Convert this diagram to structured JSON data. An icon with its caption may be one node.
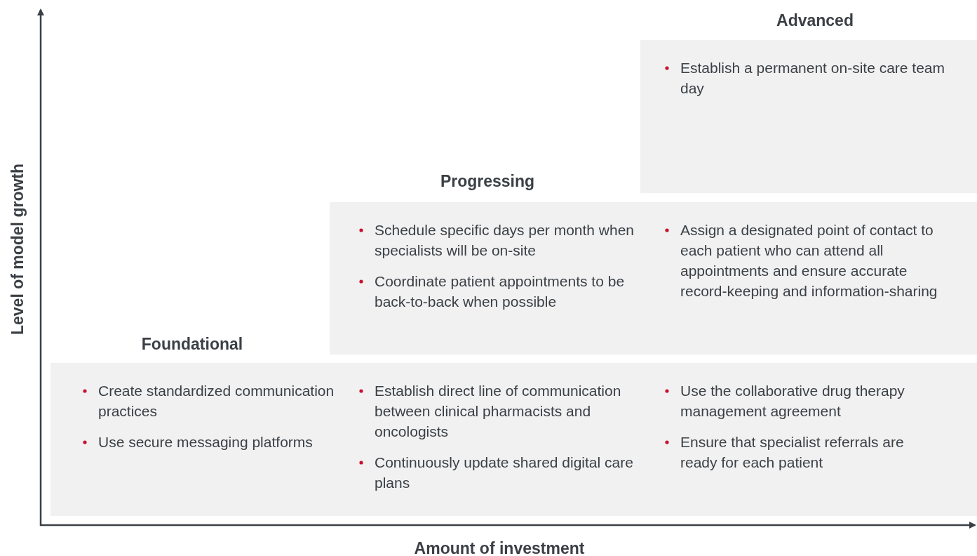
{
  "diagram": {
    "nodes": [
      {
        "text": [
          "Advanced",
          "Establish a permanent on-site care team day"
        ]
      },
      {
        "text": [
          "Progressing",
          "Schedule specific days per month when specialists will be on-site",
          "Coordinate patient appointments to be back-to-back when possible",
          "Assign a designated point of contact to each patient who can attend all appointments and ensure accurate record-keeping and information-sharing"
        ]
      },
      {
        "text": [
          "Foundational",
          "Create standardized communication practices",
          "Use secure messaging platforms",
          "Establish direct line of communication between clinical pharmacists and oncologists",
          "Continuously update shared digital care plans",
          "Use the collaborative drug therapy management agreement",
          "Ensure that specialist referrals are ready for each patient"
        ]
      }
    ],
    "labels": [
      "Level of model growth",
      "Amount of investment"
    ]
  }
}
